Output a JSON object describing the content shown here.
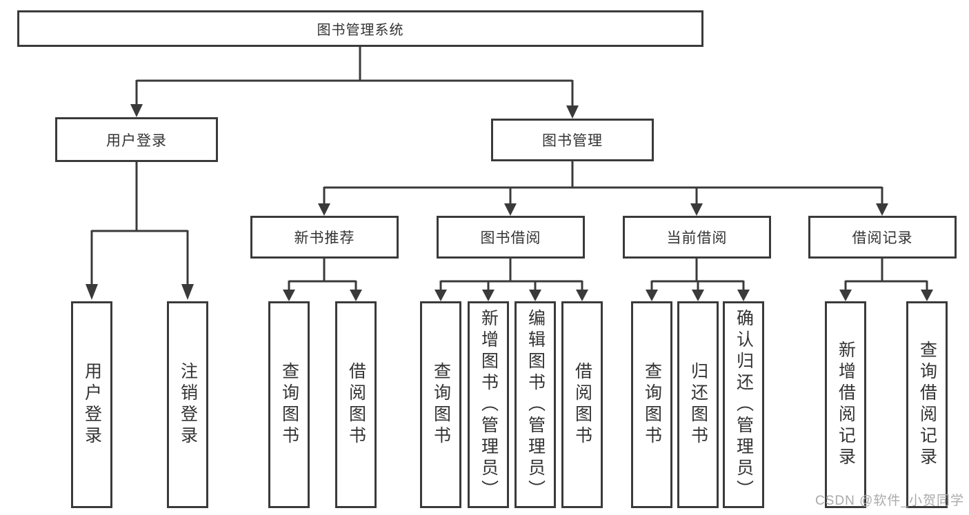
{
  "colors": {
    "line": "#3a3a3a",
    "box_border": "#3a3a3a",
    "box_background": "#ffffff",
    "text": "#333333",
    "watermark": "#aaaaaa",
    "page_background": "#ffffff"
  },
  "tree": {
    "root": {
      "label": "图书管理系统"
    },
    "branches": [
      {
        "label": "用户登录",
        "children": [
          {
            "label": "用户登录"
          },
          {
            "label": "注销登录"
          }
        ]
      },
      {
        "label": "图书管理",
        "children": [
          {
            "label": "新书推荐",
            "children": [
              {
                "label": "查询图书"
              },
              {
                "label": "借阅图书"
              }
            ]
          },
          {
            "label": "图书借阅",
            "children": [
              {
                "label": "查询图书"
              },
              {
                "label": "新增图书（管理员）"
              },
              {
                "label": "编辑图书（管理员）"
              },
              {
                "label": "借阅图书"
              }
            ]
          },
          {
            "label": "当前借阅",
            "children": [
              {
                "label": "查询图书"
              },
              {
                "label": "归还图书"
              },
              {
                "label": "确认归还（管理员）"
              }
            ]
          },
          {
            "label": "借阅记录",
            "children": [
              {
                "label": "新增借阅记录"
              },
              {
                "label": "查询借阅记录"
              }
            ]
          }
        ]
      }
    ]
  },
  "watermark": {
    "text": "CSDN @软件_小贺同学"
  }
}
